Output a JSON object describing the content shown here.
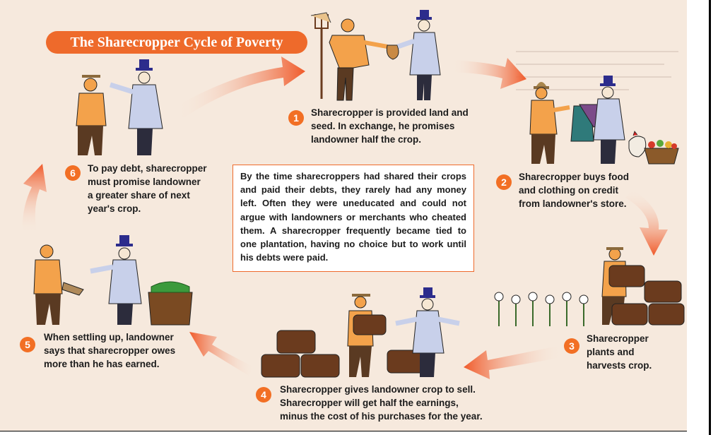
{
  "title": "The Sharecropper Cycle of Poverty",
  "steps": [
    {
      "number": "1",
      "lines": [
        "Sharecropper is provided land and",
        "seed. In exchange, he promises",
        "landowner half the crop."
      ]
    },
    {
      "number": "2",
      "lines": [
        "Sharecropper buys food",
        "and clothing on credit",
        "from landowner's store."
      ]
    },
    {
      "number": "3",
      "lines": [
        "Sharecropper",
        "plants and",
        "harvests crop."
      ]
    },
    {
      "number": "4",
      "lines": [
        "Sharecropper gives landowner crop to sell.",
        "Sharecropper will get half the earnings,",
        "minus the cost of his purchases for the year."
      ]
    },
    {
      "number": "5",
      "lines": [
        "When settling up, landowner",
        "says that sharecropper owes",
        "more than he has earned."
      ]
    },
    {
      "number": "6",
      "lines": [
        "To pay debt, sharecropper",
        "must promise landowner",
        "a greater share of next",
        "year's crop."
      ]
    }
  ],
  "summary": "By the time sharecroppers had shared their crops and paid their debts, they rarely had any money left. Often they were uneducated and could not argue with landowners or merchants who cheated them. A sharecropper frequently became tied to one plantation, having no choice but to work until his debts were paid.",
  "colors": {
    "accent": "#ee6a2b",
    "paper": "#f6e9dd",
    "arrow": "#f05a2a",
    "hat": "#2c2c8c",
    "coat": "#c8d0ea",
    "skin": "#f3a24b",
    "crate": "#6b3b1e"
  }
}
